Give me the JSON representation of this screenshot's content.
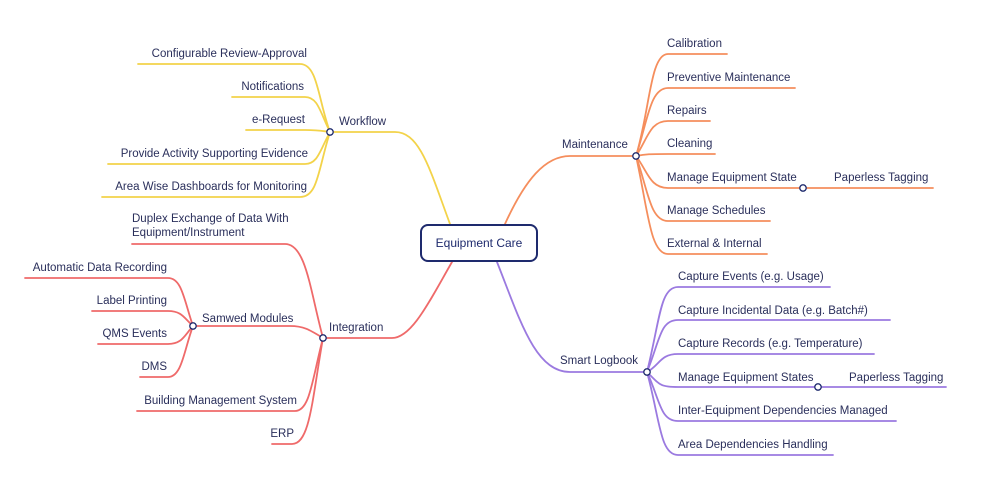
{
  "center": "Equipment Care",
  "colors": {
    "workflow": "#f3d34a",
    "maintenance": "#f58e5d",
    "integration": "#ef6a6a",
    "logbook": "#9b7ae0",
    "text": "#2a2f5b",
    "center_border": "#1e2a6d"
  },
  "workflow": {
    "label": "Workflow",
    "items": [
      "Configurable Review-Approval",
      "Notifications",
      "e-Request",
      "Provide Activity Supporting Evidence",
      "Area Wise Dashboards for Monitoring"
    ]
  },
  "maintenance": {
    "label": "Maintenance",
    "items": [
      "Calibration",
      "Preventive Maintenance",
      "Repairs",
      "Cleaning",
      "Manage Equipment State",
      "Manage Schedules",
      "External & Internal"
    ],
    "sub": "Paperless Tagging"
  },
  "integration": {
    "label": "Integration",
    "items": [
      "Duplex Exchange of Data With Equipment/Instrument",
      "Building Management System",
      "ERP"
    ],
    "samwed": {
      "label": "Samwed Modules",
      "items": [
        "Automatic Data Recording",
        "Label Printing",
        "QMS Events",
        "DMS"
      ]
    }
  },
  "logbook": {
    "label": "Smart Logbook",
    "items": [
      "Capture Events (e.g. Usage)",
      "Capture Incidental Data (e.g. Batch#)",
      "Capture Records (e.g. Temperature)",
      "Manage Equipment States",
      "Inter-Equipment Dependencies Managed",
      "Area Dependencies Handling"
    ],
    "sub": "Paperless Tagging"
  }
}
